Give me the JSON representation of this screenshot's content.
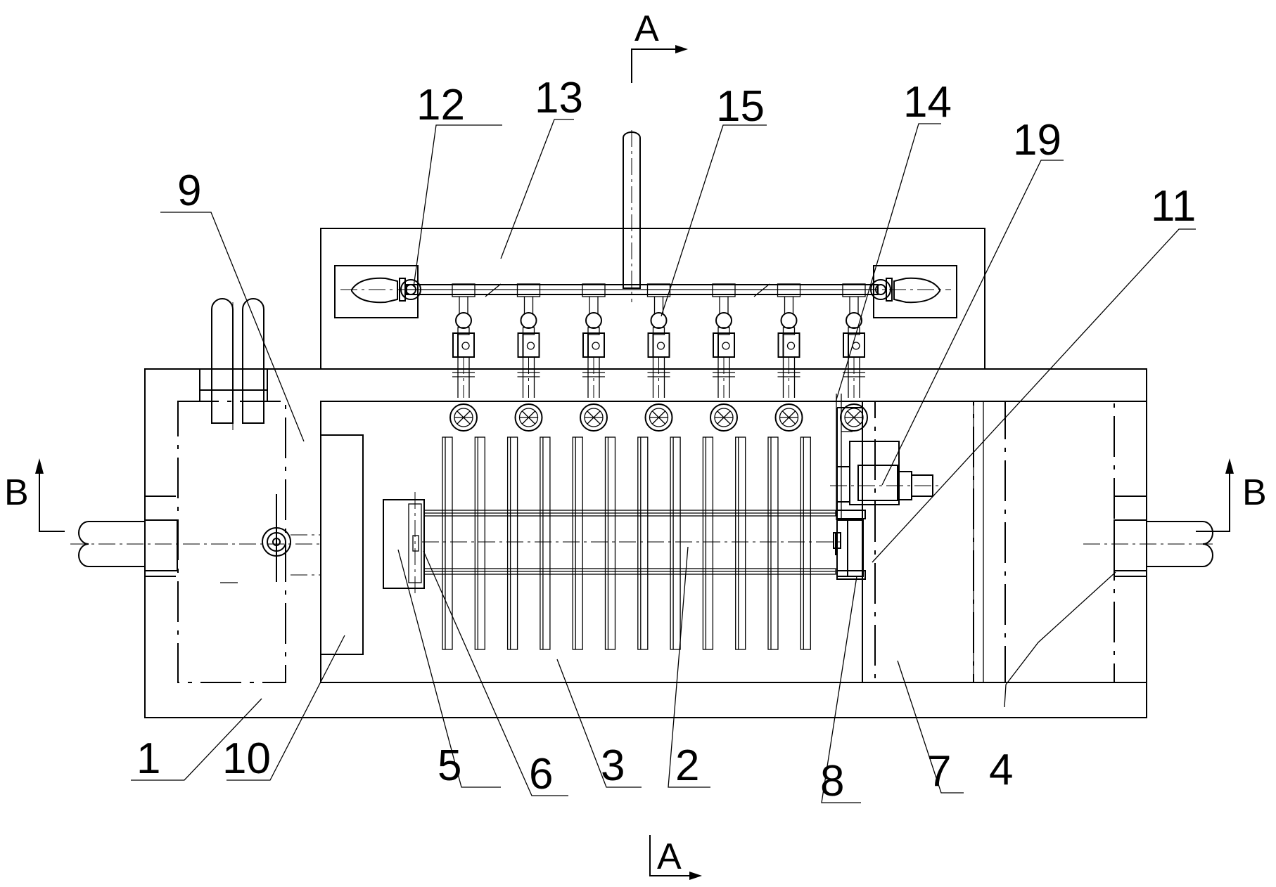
{
  "section_marks": {
    "a": "A",
    "b": "B"
  },
  "labels": {
    "l1": "1",
    "l2": "2",
    "l3": "3",
    "l4": "4",
    "l5": "5",
    "l6": "6",
    "l7": "7",
    "l8": "8",
    "l9": "9",
    "l10": "10",
    "l11": "11",
    "l12": "12",
    "l13": "13",
    "l14": "14",
    "l15": "15",
    "l19": "19"
  }
}
